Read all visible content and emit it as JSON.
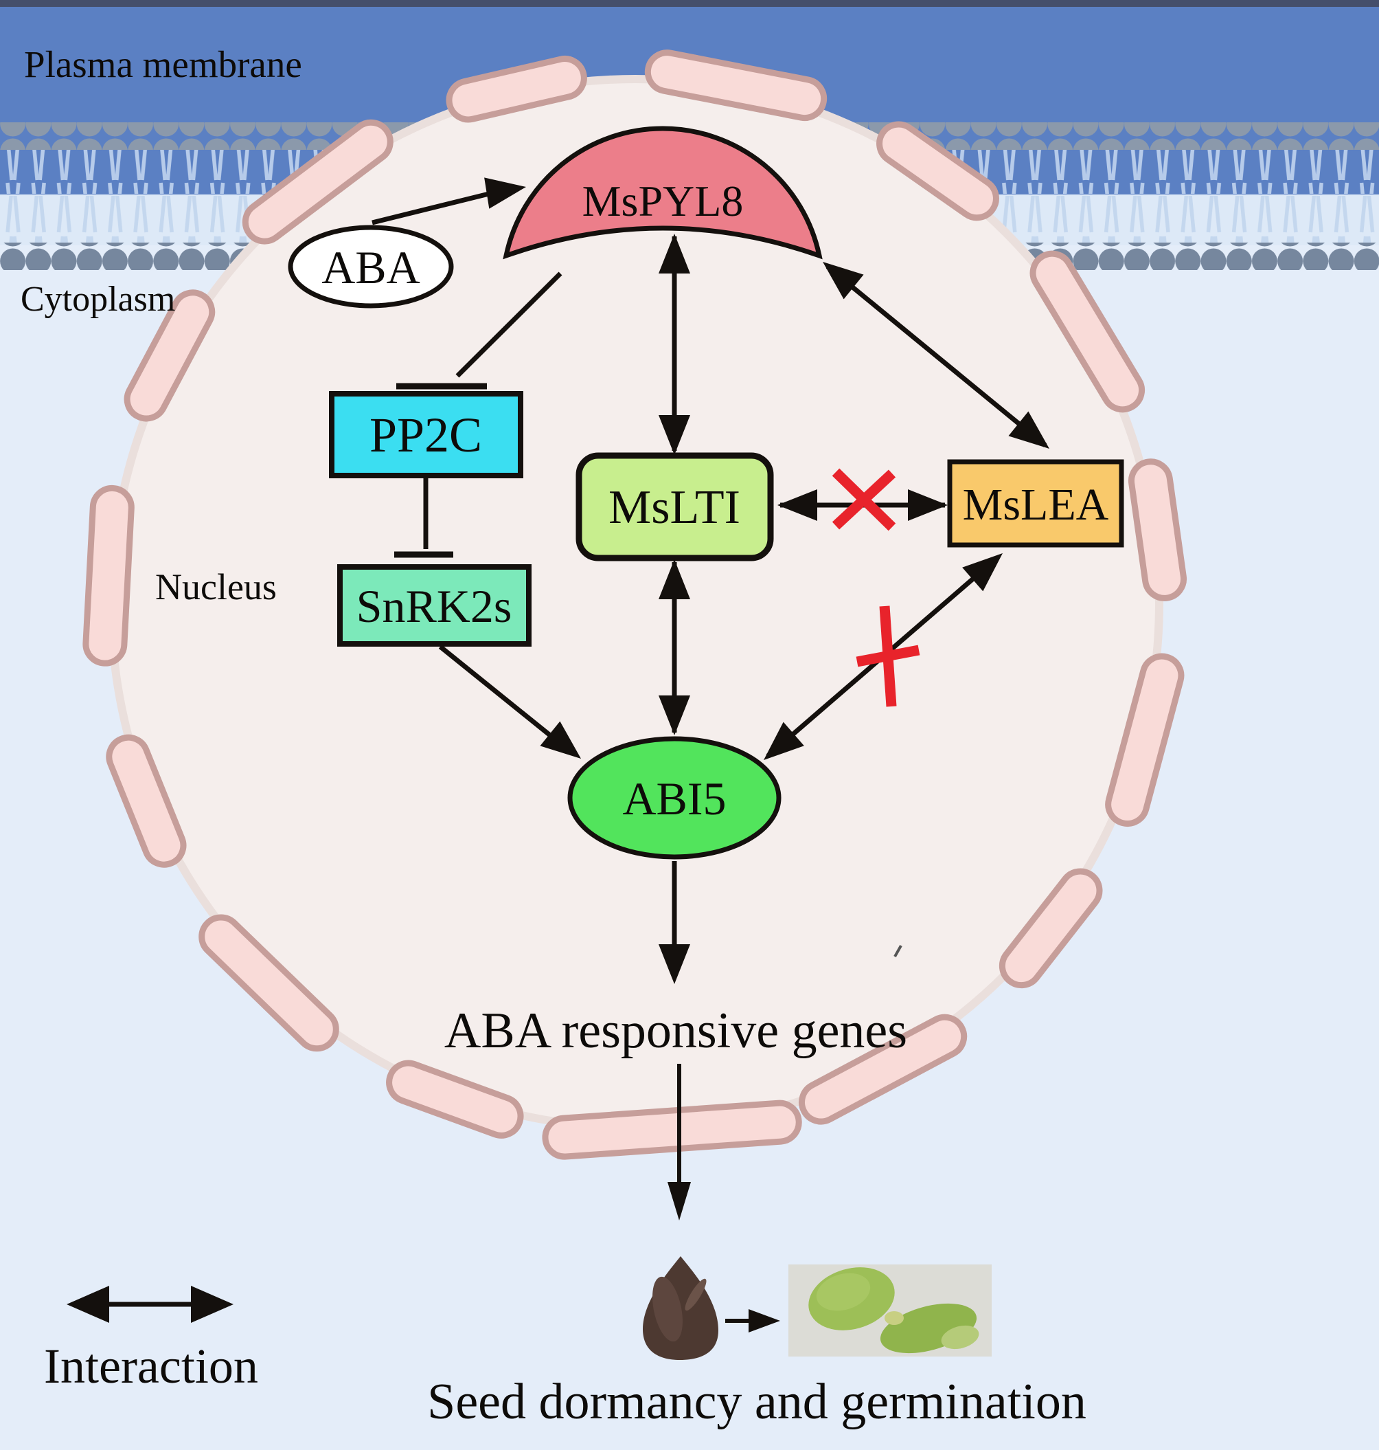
{
  "labels": {
    "plasma_membrane": "Plasma membrane",
    "cytoplasm": "Cytoplasm",
    "nucleus": "Nucleus"
  },
  "nodes": {
    "aba": {
      "label": "ABA",
      "color": "#ffffff"
    },
    "mspyl8": {
      "label": "MsPYL8",
      "color": "#ec7e8a"
    },
    "pp2c": {
      "label": "PP2C",
      "color": "#3bdef1"
    },
    "snrk2s": {
      "label": "SnRK2s",
      "color": "#7ce9ba"
    },
    "mslti": {
      "label": "MsLTI",
      "color": "#c8ee8e"
    },
    "mslea": {
      "label": "MsLEA",
      "color": "#f9c96b"
    },
    "abi5": {
      "label": "ABI5",
      "color": "#52e45c"
    }
  },
  "texts": {
    "aba_responsive_genes": "ABA responsive genes",
    "seed_caption": "Seed dormancy and germination"
  },
  "legend": {
    "interaction_label": "Interaction"
  },
  "edges": [
    {
      "from": "ABA",
      "to": "MsPYL8",
      "type": "activation"
    },
    {
      "from": "MsPYL8",
      "to": "PP2C",
      "type": "inhibition"
    },
    {
      "from": "PP2C",
      "to": "SnRK2s",
      "type": "inhibition"
    },
    {
      "from": "SnRK2s",
      "to": "ABI5",
      "type": "activation"
    },
    {
      "from": "MsPYL8",
      "to": "MsLTI",
      "type": "interaction"
    },
    {
      "from": "MsLTI",
      "to": "ABI5",
      "type": "interaction"
    },
    {
      "from": "MsLTI",
      "to": "MsLEA",
      "type": "no-interaction"
    },
    {
      "from": "MsPYL8",
      "to": "MsLEA",
      "type": "interaction"
    },
    {
      "from": "ABI5",
      "to": "MsLEA",
      "type": "no-interaction"
    },
    {
      "from": "ABI5",
      "to": "ABA responsive genes",
      "type": "activation"
    },
    {
      "from": "ABA responsive genes",
      "to": "Seed dormancy and germination",
      "type": "activation"
    },
    {
      "from": "dormant seed",
      "to": "germinated seedling",
      "type": "activation"
    }
  ],
  "colors": {
    "extracellular": "#5b80c3",
    "top_strip": "#454f6b",
    "cytoplasm_bg": "#e4edf9",
    "membrane_head_top": "#8b99ab",
    "membrane_head_bottom": "#76879e",
    "membrane_tail_upper": "#b6cbea",
    "membrane_tail_lower": "#c4d7ee",
    "membrane_lower_band": "#dde9f7",
    "nucleus_fill": "#f5eeec",
    "nucleus_capsule_fill": "#f9dbd8",
    "nucleus_capsule_stroke": "#c69e9a",
    "line": "#14100d",
    "blocked_cross": "#e8232b",
    "seed_brown": "#4d3931",
    "photo_bg": "#dcdcd6",
    "leaf_green": "#9dbf57"
  }
}
